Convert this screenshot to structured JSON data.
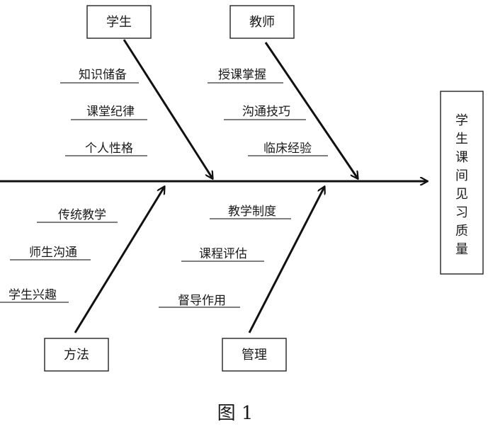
{
  "diagram": {
    "effect": [
      "学",
      "生",
      "课",
      "间",
      "见",
      "习",
      "质",
      "量"
    ],
    "categories": {
      "student": {
        "label": "学生",
        "causes": [
          "知识储备",
          "课堂纪律",
          "个人性格"
        ]
      },
      "teacher": {
        "label": "教师",
        "causes": [
          "授课掌握",
          "沟通技巧",
          "临床经验"
        ]
      },
      "method": {
        "label": "方法",
        "causes": [
          "传统教学",
          "师生沟通",
          "学生兴趣"
        ]
      },
      "management": {
        "label": "管理",
        "causes": [
          "教学制度",
          "课程评估",
          "督导作用"
        ]
      }
    }
  },
  "caption": "图 1"
}
